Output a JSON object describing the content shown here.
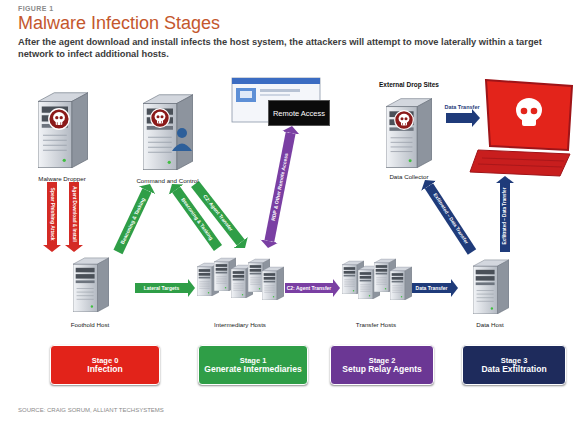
{
  "diagram": {
    "title": "Malware Infection Stages",
    "caption": "After the agent download and install infects the host system, the attackers will attempt to move laterally within a target network to infect additional hosts.",
    "nodes": [
      {
        "text": [
          "Malware Dropper"
        ]
      },
      {
        "text": [
          "Command and Control"
        ]
      },
      {
        "text": [
          "Remote Access"
        ]
      },
      {
        "text": [
          "Data Collector"
        ]
      },
      {
        "text": [
          "Foothold Host"
        ]
      },
      {
        "text": [
          "Intermediary Hosts"
        ]
      },
      {
        "text": [
          "Transfer Hosts"
        ]
      },
      {
        "text": [
          "Data Host"
        ]
      },
      {
        "text": [
          "Stage 0",
          "Infection"
        ]
      },
      {
        "text": [
          "Stage 1",
          "Generate Intermediaries"
        ]
      },
      {
        "text": [
          "Stage 2",
          "Setup Relay Agents"
        ]
      },
      {
        "text": [
          "Stage 3",
          "Data Exfiltration"
        ]
      }
    ],
    "edges": [
      {
        "from": 0,
        "to": 4,
        "label": "Spear Phishing Attack",
        "arrow": "to"
      },
      {
        "from": 0,
        "to": 4,
        "label": "Agent Download & Install",
        "arrow": "to"
      },
      {
        "from": 4,
        "to": 1,
        "label": "Beaconing & Tasking",
        "arrow": "to"
      },
      {
        "from": 1,
        "to": 5,
        "label": "C2: Agent Transfer",
        "arrow": "to"
      },
      {
        "from": 5,
        "to": 1,
        "label": "Beaconing & Tasking",
        "arrow": "to"
      },
      {
        "from": 4,
        "to": 5,
        "label": "Lateral Targets",
        "arrow": "to"
      },
      {
        "from": 2,
        "to": 5,
        "label": "RDP & Other Remote Access",
        "arrow": "both"
      },
      {
        "from": 5,
        "to": 6,
        "label": "C2: Agent Transfer",
        "arrow": "to"
      },
      {
        "from": 6,
        "to": 7,
        "label": "Data Transfer",
        "arrow": "to"
      },
      {
        "from": 7,
        "to": 3,
        "label": "Exfiltrated – Data Transfer",
        "arrow": "to"
      }
    ],
    "labels": [
      "FIGURE 1",
      "External Drop Sites",
      "Data Transfer",
      "Exfiltrated – Data Transfer",
      "SOURCE: CRAIG SORUM, ALLIANT TECHSYSTEMS"
    ]
  }
}
